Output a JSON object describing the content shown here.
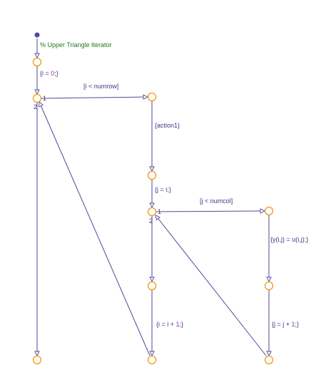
{
  "diagram": {
    "comment": "% Upper Triangle Iterator",
    "junctions": [
      {
        "id": "j0"
      },
      {
        "id": "j1"
      },
      {
        "id": "j2"
      },
      {
        "id": "j3"
      },
      {
        "id": "j4"
      },
      {
        "id": "j5"
      },
      {
        "id": "j6"
      },
      {
        "id": "j7"
      },
      {
        "id": "j8"
      },
      {
        "id": "j9"
      },
      {
        "id": "j10"
      }
    ],
    "labels": {
      "i_init": {
        "pre": "{i = ",
        "num": "0",
        "post": ";}"
      },
      "i_cond": {
        "pre": "[i < numrow]",
        "num": "",
        "post": ""
      },
      "action1": {
        "pre": "{action1}",
        "num": "",
        "post": ""
      },
      "j_init": {
        "pre": "{j = i;}",
        "num": "",
        "post": ""
      },
      "j_cond": {
        "pre": "[j < numcol]",
        "num": "",
        "post": ""
      },
      "y_assign": {
        "pre": "{y(i,j) = u(i,j);}",
        "num": "",
        "post": ""
      },
      "i_incr": {
        "pre": "{i = i + ",
        "num": "1",
        "post": ";}"
      },
      "j_incr": {
        "pre": "{j = j + ",
        "num": "1",
        "post": ";}"
      }
    },
    "orders": {
      "outer_1": "1",
      "outer_2": "2",
      "inner_1": "1",
      "inner_2": "2"
    }
  }
}
